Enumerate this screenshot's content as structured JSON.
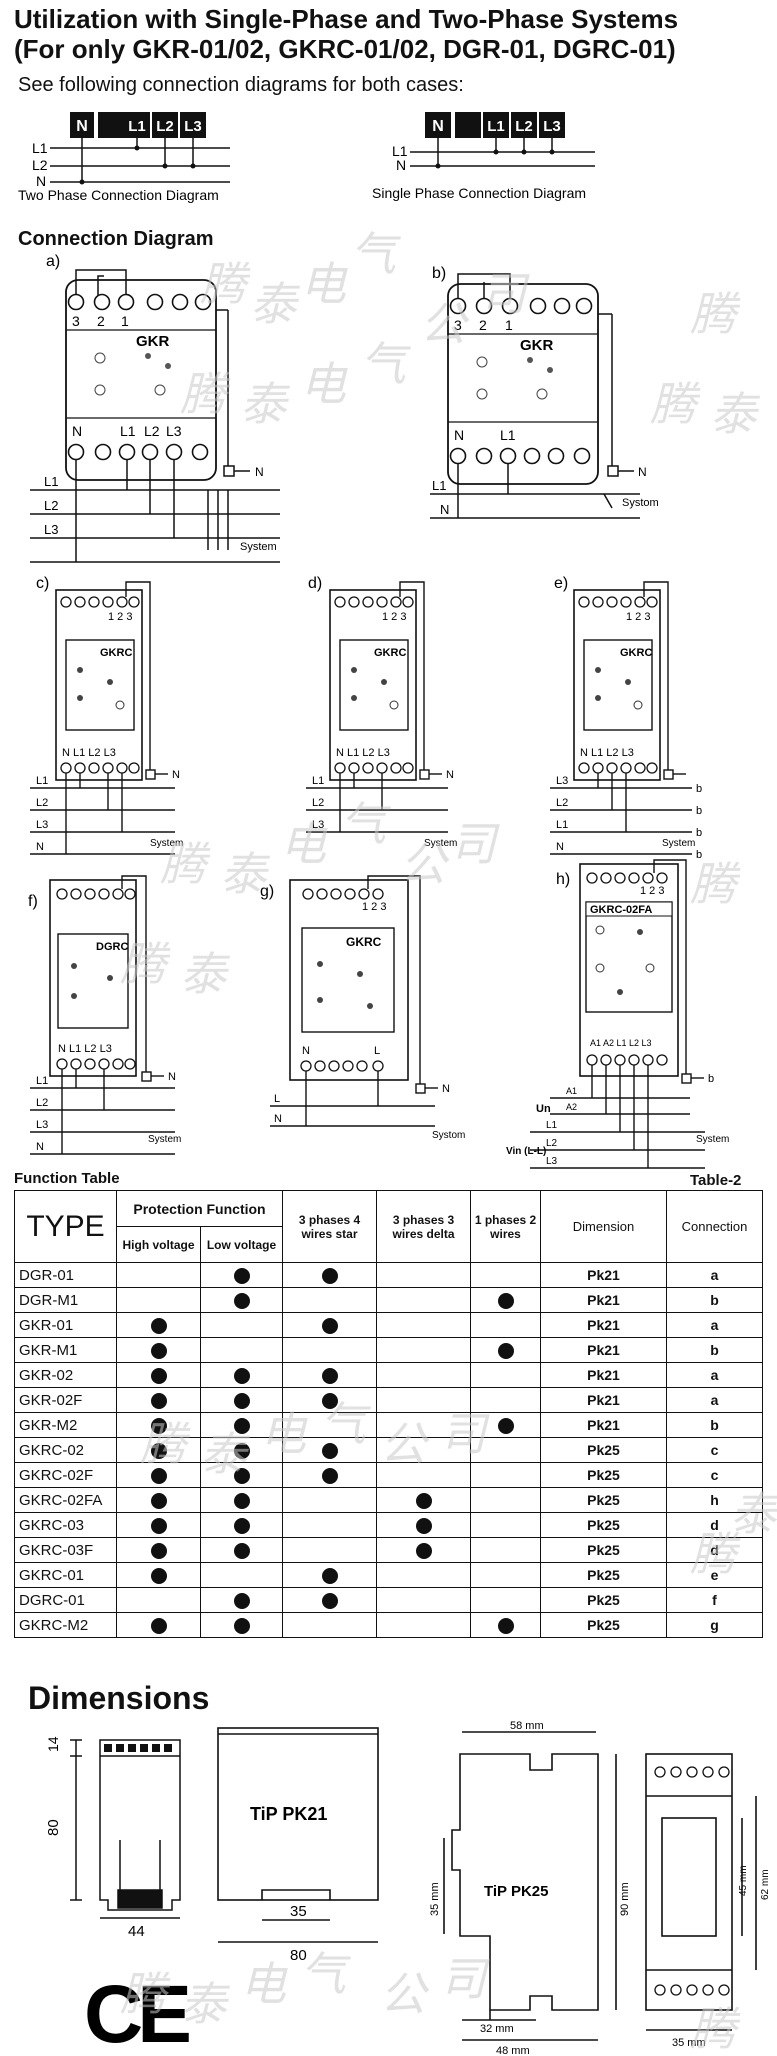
{
  "header": {
    "title_line1": "Utilization with Single-Phase and  Two-Phase Systems",
    "title_line2": "(For only GKR-01/02, GKRC-01/02, DGR-01, DGRC-01)",
    "subtitle": "See following connection diagrams for both cases:"
  },
  "phase_diagrams": {
    "terminals": [
      "N",
      "L1",
      "L2",
      "L3"
    ],
    "lines_two": [
      "L1",
      "L2",
      "N"
    ],
    "lines_single": [
      "L1",
      "N"
    ],
    "two_phase_caption": "Two Phase Connection Diagram",
    "single_phase_caption": "Single Phase Connection Diagram"
  },
  "connection": {
    "title": "Connection Diagram",
    "letters": [
      "a)",
      "b)",
      "c)",
      "d)",
      "e)",
      "f)",
      "g)",
      "h)"
    ],
    "top_terminals": [
      "3",
      "2",
      "1"
    ],
    "bottom_terminals": [
      "N",
      "L1",
      "L2",
      "L3"
    ],
    "models": [
      "GKR",
      "GKR",
      "GKRC",
      "GKRC",
      "GKRC",
      "DGRC",
      "GKRC",
      "GKRC-02FA"
    ],
    "line_labels": [
      "L1",
      "L2",
      "L3",
      "N"
    ],
    "system": "System",
    "system_alt": "Systom",
    "g_left": "N",
    "g_right": "L",
    "h_labels": {
      "un": "Un",
      "a1": "A1",
      "a2": "A2",
      "vin": "Vin (L-L)"
    }
  },
  "function_table": {
    "title": "Function Table",
    "label": "Table-2",
    "header": {
      "type": "TYPE",
      "protection": "Protection Function",
      "high": "High voltage",
      "low": "Low voltage",
      "star": "3 phases 4 wires star",
      "delta": "3 phases 3 wires delta",
      "single": "1 phases 2 wires",
      "dimension": "Dimension",
      "connection": "Connection"
    },
    "rows": [
      {
        "type": "DGR-01",
        "dots": [
          0,
          1,
          1,
          0,
          0
        ],
        "dim": "Pk21",
        "conn": "a"
      },
      {
        "type": "DGR-M1",
        "dots": [
          0,
          1,
          0,
          0,
          1
        ],
        "dim": "Pk21",
        "conn": "b"
      },
      {
        "type": "GKR-01",
        "dots": [
          1,
          0,
          1,
          0,
          0
        ],
        "dim": "Pk21",
        "conn": "a"
      },
      {
        "type": "GKR-M1",
        "dots": [
          1,
          0,
          0,
          0,
          1
        ],
        "dim": "Pk21",
        "conn": "b"
      },
      {
        "type": "GKR-02",
        "dots": [
          1,
          1,
          1,
          0,
          0
        ],
        "dim": "Pk21",
        "conn": "a"
      },
      {
        "type": "GKR-02F",
        "dots": [
          1,
          1,
          1,
          0,
          0
        ],
        "dim": "Pk21",
        "conn": "a"
      },
      {
        "type": "GKR-M2",
        "dots": [
          1,
          1,
          0,
          0,
          1
        ],
        "dim": "Pk21",
        "conn": "b"
      },
      {
        "type": "GKRC-02",
        "dots": [
          1,
          1,
          1,
          0,
          0
        ],
        "dim": "Pk25",
        "conn": "c"
      },
      {
        "type": "GKRC-02F",
        "dots": [
          1,
          1,
          1,
          0,
          0
        ],
        "dim": "Pk25",
        "conn": "c"
      },
      {
        "type": "GKRC-02FA",
        "dots": [
          1,
          1,
          0,
          1,
          0
        ],
        "dim": "Pk25",
        "conn": "h"
      },
      {
        "type": "GKRC-03",
        "dots": [
          1,
          1,
          0,
          1,
          0
        ],
        "dim": "Pk25",
        "conn": "d"
      },
      {
        "type": "GKRC-03F",
        "dots": [
          1,
          1,
          0,
          1,
          0
        ],
        "dim": "Pk25",
        "conn": "d"
      },
      {
        "type": "GKRC-01",
        "dots": [
          1,
          0,
          1,
          0,
          0
        ],
        "dim": "Pk25",
        "conn": "e"
      },
      {
        "type": "DGRC-01",
        "dots": [
          0,
          1,
          1,
          0,
          0
        ],
        "dim": "Pk25",
        "conn": "f"
      },
      {
        "type": "GKRC-M2",
        "dots": [
          1,
          1,
          0,
          0,
          1
        ],
        "dim": "Pk25",
        "conn": "g"
      }
    ]
  },
  "dimensions": {
    "title": "Dimensions",
    "pk21_name": "TiP  PK21",
    "pk25_name": "TiP PK25",
    "d14": "14",
    "d80": "80",
    "d44": "44",
    "d35": "35",
    "d80b": "80",
    "d58": "58 mm",
    "d90": "90 mm",
    "d35mm": "35 mm",
    "d32": "32 mm",
    "d48": "48 mm",
    "d45": "45 mm",
    "d62": "62 mm",
    "d35mm_b": "35 mm"
  },
  "mark": "CE",
  "watermark": [
    "腾",
    "泰",
    "电",
    "气",
    "公",
    "司"
  ]
}
